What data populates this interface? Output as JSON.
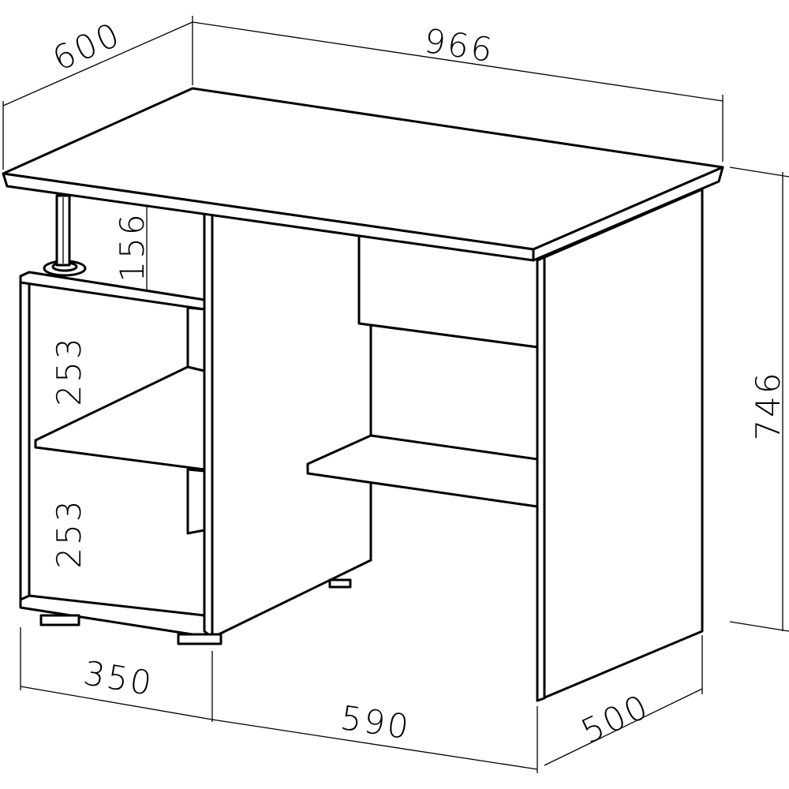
{
  "dimensions": {
    "top_depth": "600",
    "top_width": "966",
    "height": "746",
    "upper_shelf_gap": "156",
    "middle_shelf_gap": "253",
    "lower_shelf_gap": "253",
    "shelf_unit_width": "350",
    "knee_space_width": "590",
    "side_depth": "500"
  }
}
